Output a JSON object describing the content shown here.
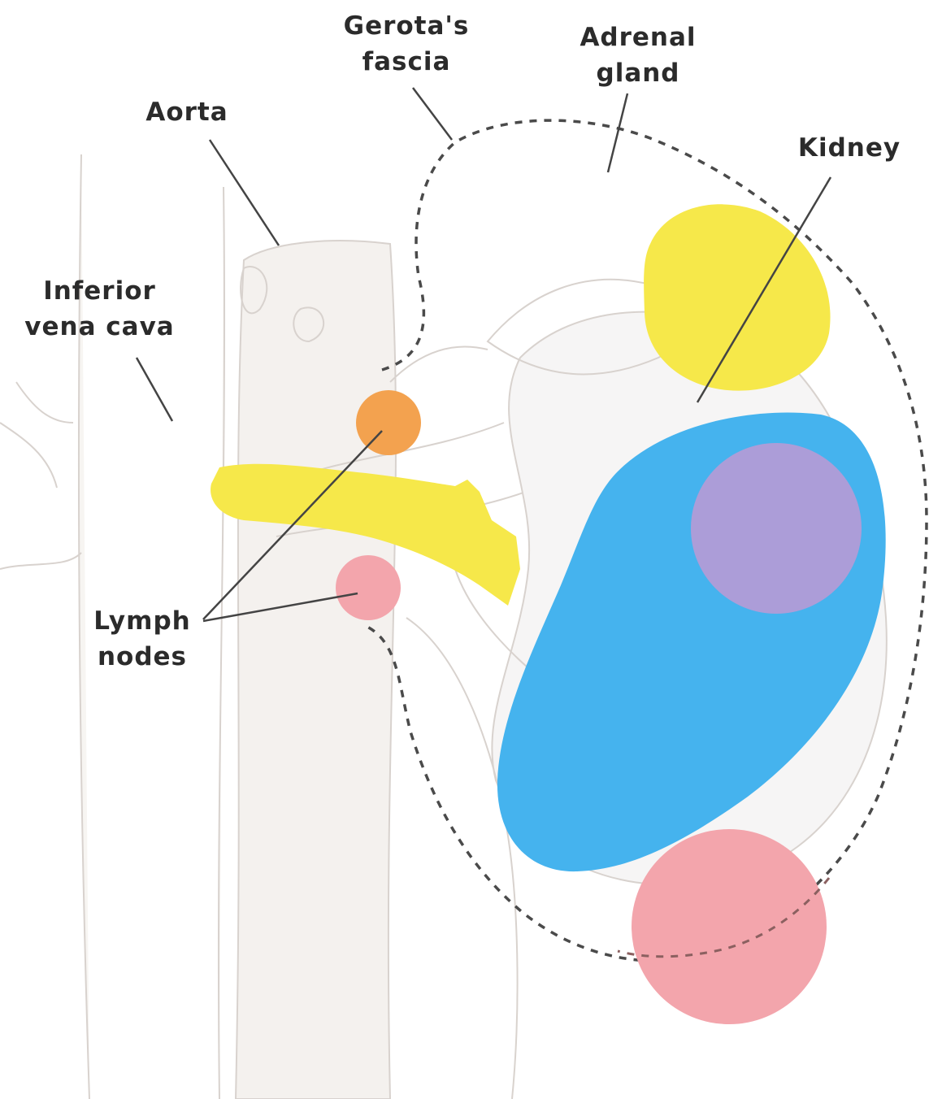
{
  "labels": {
    "gerotas_fascia": [
      "Gerota's",
      "fascia"
    ],
    "adrenal_gland": [
      "Adrenal",
      "gland"
    ],
    "aorta": "Aorta",
    "kidney": "Kidney",
    "inferior_vena_cava": [
      "Inferior",
      "vena cava"
    ],
    "lymph_nodes": [
      "Lymph",
      "nodes"
    ]
  },
  "colors": {
    "background": "#ffffff",
    "anatomy_line": "#c9c2bc",
    "anatomy_fill": "#f1ede9",
    "tumor_yellow": "#f6e84a",
    "tumor_blue": "#45b3ee",
    "tumor_purple": "#b59bd6",
    "lymph_pink": "#f3a5ac",
    "lymph_orange": "#f3a24f",
    "fascia_dash": "#4a4a4a",
    "leader_line": "#444444",
    "label_text": "#2b2b2b"
  }
}
